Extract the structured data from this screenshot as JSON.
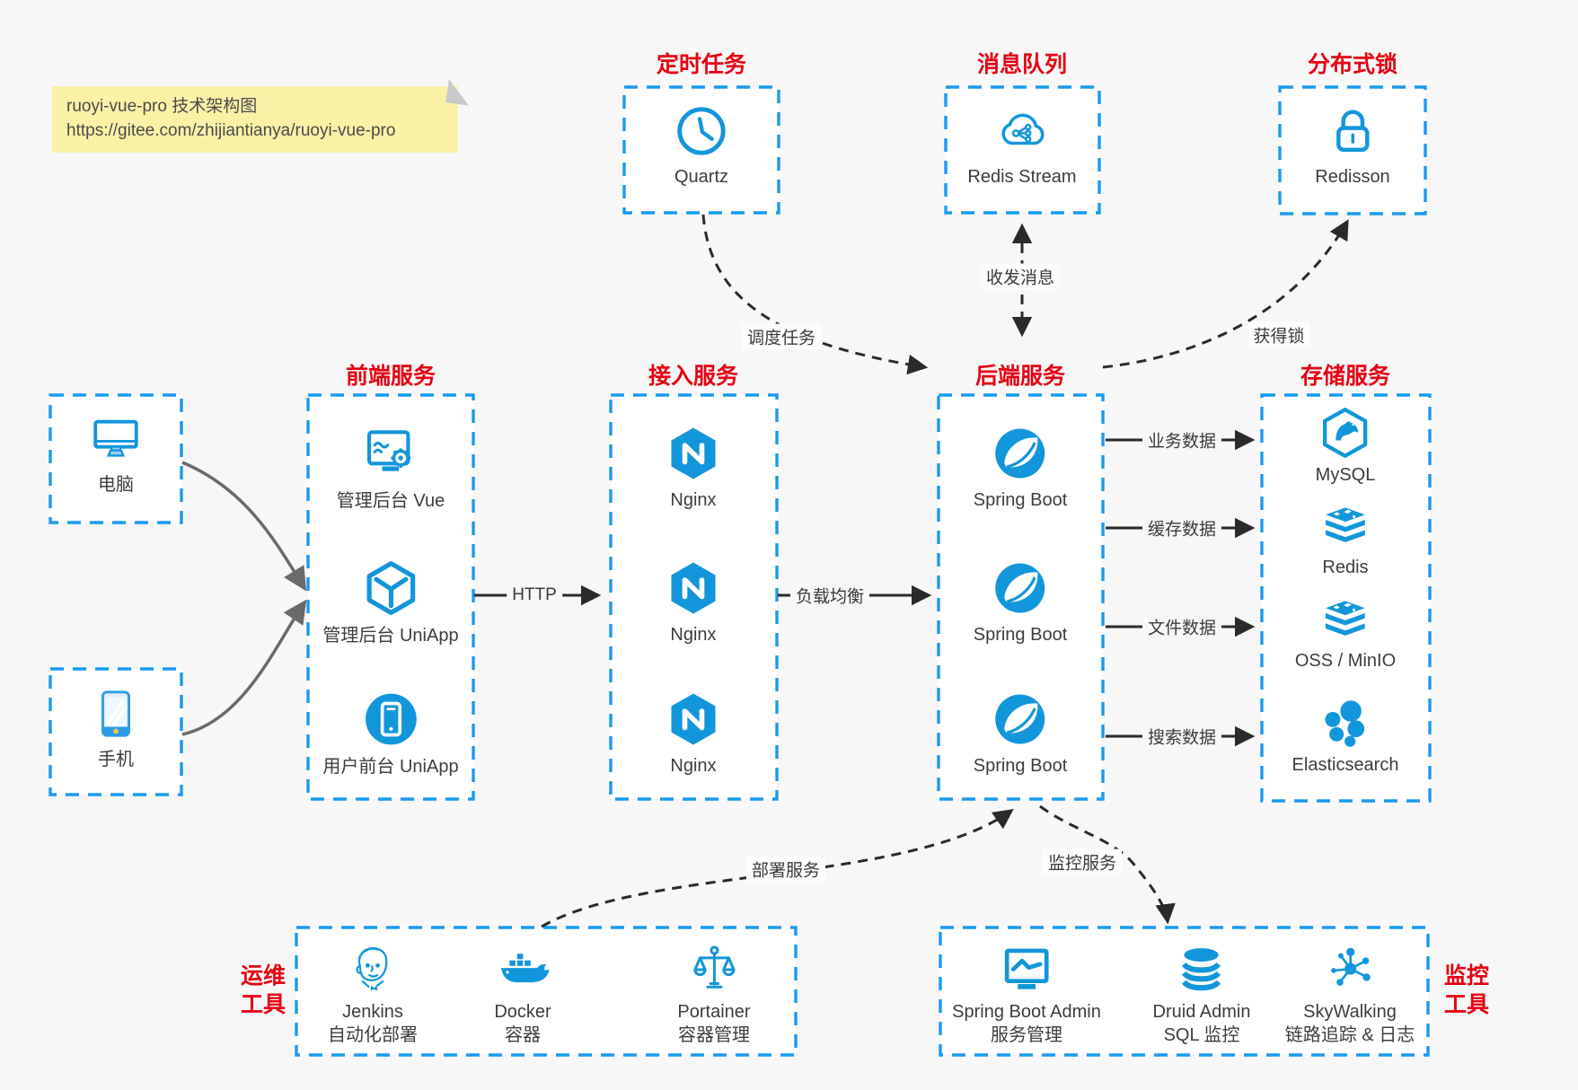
{
  "note": {
    "line1": "ruoyi-vue-pro 技术架构图",
    "line2": "https://gitee.com/zhijiantianya/ruoyi-vue-pro"
  },
  "top": {
    "scheduler": {
      "title": "定时任务",
      "label": "Quartz",
      "icon": "clock-icon"
    },
    "mq": {
      "title": "消息队列",
      "label": "Redis Stream",
      "icon": "cloud-stream-icon"
    },
    "lock": {
      "title": "分布式锁",
      "label": "Redisson",
      "icon": "lock-icon"
    }
  },
  "clients": {
    "pc": {
      "label": "电脑",
      "icon": "desktop-icon"
    },
    "mobile": {
      "label": "手机",
      "icon": "smartphone-icon"
    }
  },
  "frontend": {
    "title": "前端服务",
    "items": [
      {
        "label": "管理后台 Vue",
        "icon": "admin-vue-icon"
      },
      {
        "label": "管理后台 UniApp",
        "icon": "uniapp-cube-icon"
      },
      {
        "label": "用户前台 UniApp",
        "icon": "user-app-icon"
      }
    ]
  },
  "access": {
    "title": "接入服务",
    "items": [
      {
        "label": "Nginx",
        "icon": "nginx-icon"
      },
      {
        "label": "Nginx",
        "icon": "nginx-icon"
      },
      {
        "label": "Nginx",
        "icon": "nginx-icon"
      }
    ]
  },
  "backend": {
    "title": "后端服务",
    "items": [
      {
        "label": "Spring Boot",
        "icon": "spring-icon"
      },
      {
        "label": "Spring Boot",
        "icon": "spring-icon"
      },
      {
        "label": "Spring Boot",
        "icon": "spring-icon"
      }
    ]
  },
  "storage": {
    "title": "存储服务",
    "items": [
      {
        "label": "MySQL",
        "icon": "mysql-icon"
      },
      {
        "label": "Redis",
        "icon": "redis-stack-icon"
      },
      {
        "label": "OSS / MinIO",
        "icon": "storage-stack-icon"
      },
      {
        "label": "Elasticsearch",
        "icon": "elasticsearch-icon"
      }
    ]
  },
  "ops": {
    "side_label_line1": "运维",
    "side_label_line2": "工具",
    "items": [
      {
        "label": "Jenkins",
        "sublabel": "自动化部署",
        "icon": "jenkins-icon"
      },
      {
        "label": "Docker",
        "sublabel": "容器",
        "icon": "docker-icon"
      },
      {
        "label": "Portainer",
        "sublabel": "容器管理",
        "icon": "scales-icon"
      }
    ]
  },
  "monitor": {
    "side_label_line1": "监控",
    "side_label_line2": "工具",
    "items": [
      {
        "label": "Spring Boot Admin",
        "sublabel": "服务管理",
        "icon": "monitor-chart-icon"
      },
      {
        "label": "Druid Admin",
        "sublabel": "SQL 监控",
        "icon": "database-icon"
      },
      {
        "label": "SkyWalking",
        "sublabel": "链路追踪 & 日志",
        "icon": "topology-icon"
      }
    ]
  },
  "edges": {
    "http": "HTTP",
    "load_balance": "负载均衡",
    "schedule_task": "调度任务",
    "send_receive_msg": "收发消息",
    "acquire_lock": "获得锁",
    "business_data": "业务数据",
    "cache_data": "缓存数据",
    "file_data": "文件数据",
    "search_data": "搜索数据",
    "deploy_service": "部署服务",
    "monitor_service": "监控服务"
  },
  "colors": {
    "accent_blue": "#1296db",
    "border_blue": "#189bef",
    "title_red": "#e60013",
    "background": "#f7f7f8",
    "text": "#3d3d3d",
    "arrow_black": "#2a2a2a",
    "arrow_gray": "#6a6a6a",
    "note_yellow": "#faf1a7"
  }
}
